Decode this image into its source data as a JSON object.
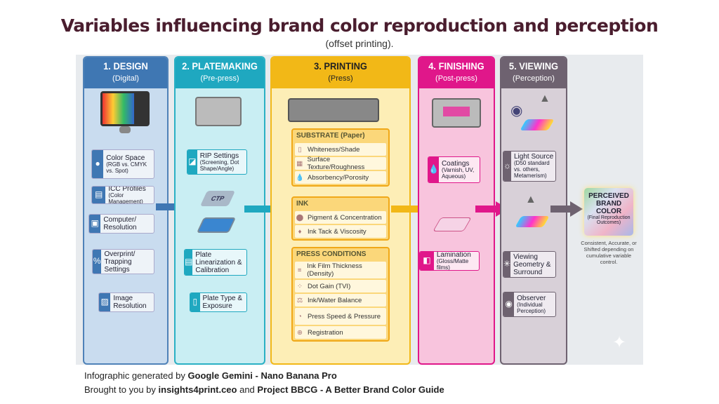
{
  "title": "Variables influencing brand color reproduction and perception",
  "subtitle": "(offset printing).",
  "columns": [
    {
      "title": "1. DESIGN",
      "subtitle": "(Digital)",
      "color": "#3f77b3",
      "items": [
        {
          "label": "Color Space",
          "detail": "(RGB vs. CMYK vs. Spot)"
        },
        {
          "label": "ICC Profiles",
          "detail": "(Color Management)"
        },
        {
          "label": "Computer/ Resolution",
          "detail": ""
        },
        {
          "label": "Overprint/ Trapping Settings",
          "detail": ""
        },
        {
          "label": "Image Resolution",
          "detail": ""
        }
      ]
    },
    {
      "title": "2. PLATEMAKING",
      "subtitle": "(Pre-press)",
      "color": "#1fa8c0",
      "ctp_label": "CTP",
      "items": [
        {
          "label": "RIP Settings",
          "detail": "(Screening, Dot Shape/Angle)"
        },
        {
          "label": "Plate Linearization & Calibration",
          "detail": ""
        },
        {
          "label": "Plate Type & Exposure",
          "detail": ""
        }
      ]
    },
    {
      "title": "3. PRINTING",
      "subtitle": "(Press)",
      "color": "#f2b817",
      "groups": [
        {
          "title": "SUBSTRATE (Paper)",
          "items": [
            "Whiteness/Shade",
            "Surface Texture/Roughness",
            "Absorbency/Porosity"
          ]
        },
        {
          "title": "INK",
          "items": [
            "Pigment & Concentration",
            "Ink Tack & Viscosity"
          ]
        },
        {
          "title": "PRESS CONDITIONS",
          "items": [
            "Ink Film Thickness (Density)",
            "Dot Gain (TVI)",
            "Ink/Water Balance",
            "Press Speed & Pressure",
            "Registration"
          ]
        }
      ]
    },
    {
      "title": "4. FINISHING",
      "subtitle": "(Post-press)",
      "color": "#e0178a",
      "items": [
        {
          "label": "Coatings",
          "detail": "(Varnish, UV, Aqueous)"
        },
        {
          "label": "Lamination",
          "detail": "(Gloss/Matte films)"
        }
      ]
    },
    {
      "title": "5. VIEWING",
      "subtitle": "(Perception)",
      "color": "#6e6270",
      "items": [
        {
          "label": "Light Source",
          "detail": "(D50 standard vs. others, Metamerism)"
        },
        {
          "label": "Viewing Geometry & Surround",
          "detail": ""
        },
        {
          "label": "Observer",
          "detail": "(Individual Perception)"
        }
      ]
    }
  ],
  "result": {
    "title": "PERCEIVED BRAND COLOR",
    "detail": "(Final Reproduction Outcomes)",
    "note": "Consistent, Accurate, or Shifted depending on cumulative variable control."
  },
  "footer": {
    "line1_prefix": "Infographic generated by ",
    "line1_bold": "Google Gemini - Nano Banana Pro",
    "line2_prefix": "Brought to you by ",
    "line2_bold1": "insights4print.ceo",
    "line2_mid": " and ",
    "line2_bold2": "Project BBCG - A Better Brand Color Guide"
  }
}
